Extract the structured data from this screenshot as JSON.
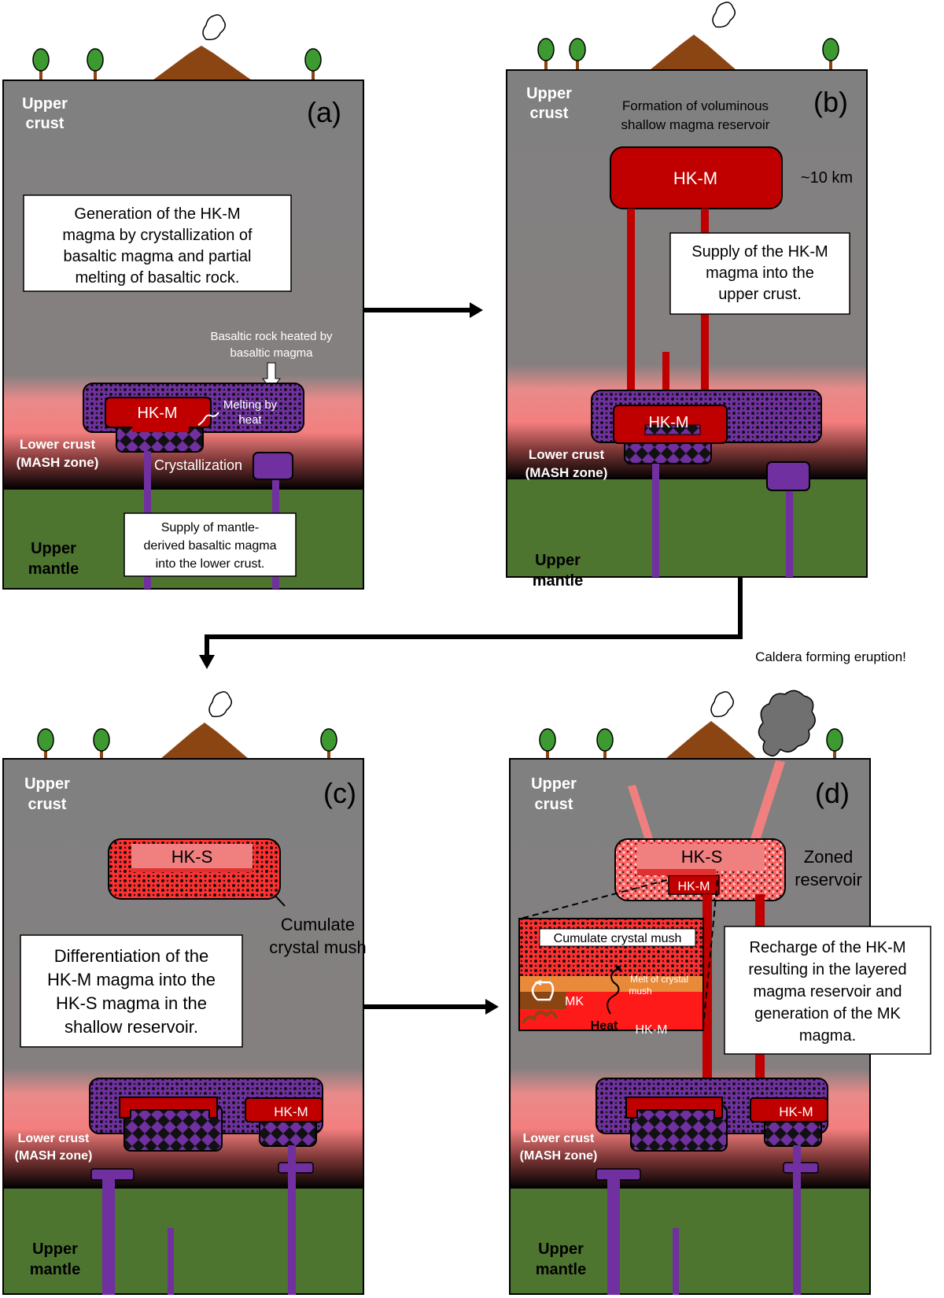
{
  "panels": {
    "a": {
      "tag": "(a)",
      "upper_crust_1": "Upper",
      "upper_crust_2": "crust",
      "box_1": "Generation of the HK-M",
      "box_2": "magma by crystallization of",
      "box_3": "basaltic magma and partial",
      "box_4": "melting of basaltic rock.",
      "heated_1": "Basaltic rock heated by",
      "heated_2": "basaltic magma",
      "hkm": "HK-M",
      "melting_1": "Melting by",
      "melting_2": "heat",
      "lower_crust_1": "Lower crust",
      "lower_crust_2": "(MASH zone)",
      "crystallization": "Crystallization",
      "supply_1": "Supply of mantle-",
      "supply_2": "derived basaltic magma",
      "supply_3": "into the lower crust.",
      "upper_mantle_1": "Upper",
      "upper_mantle_2": "mantle"
    },
    "b": {
      "tag": "(b)",
      "upper_crust_1": "Upper",
      "upper_crust_2": "crust",
      "formation_1": "Formation of voluminous",
      "formation_2": "shallow magma reservoir",
      "hkm_top": "HK-M",
      "depth": "~10 km",
      "box_1": "Supply of the HK-M",
      "box_2": "magma into the",
      "box_3": "upper crust.",
      "hkm_low": "HK-M",
      "lower_crust_1": "Lower crust",
      "lower_crust_2": "(MASH zone)",
      "upper_mantle_1": "Upper",
      "upper_mantle_2": "mantle"
    },
    "c": {
      "tag": "(c)",
      "upper_crust_1": "Upper",
      "upper_crust_2": "crust",
      "hks": "HK-S",
      "cumulate_1": "Cumulate",
      "cumulate_2": "crystal mush",
      "box_1": "Differentiation of the",
      "box_2": "HK-M magma into the",
      "box_3": "HK-S magma in the",
      "box_4": "shallow reservoir.",
      "hkm": "HK-M",
      "lower_crust_1": "Lower crust",
      "lower_crust_2": "(MASH zone)",
      "upper_mantle_1": "Upper",
      "upper_mantle_2": "mantle"
    },
    "d": {
      "caldera": "Caldera forming eruption!",
      "tag": "(d)",
      "upper_crust_1": "Upper",
      "upper_crust_2": "crust",
      "hks": "HK-S",
      "hkm_res": "HK-M",
      "zoned_1": "Zoned",
      "zoned_2": "reservoir",
      "inset_title": "Cumulate crystal mush",
      "inset_melt_1": "Melt of crystal",
      "inset_melt_2": "mush",
      "inset_mk": "MK",
      "inset_heat": "Heat",
      "inset_hkm": "HK-M",
      "box_1": "Recharge of the HK-M",
      "box_2": "resulting in the layered",
      "box_3": "magma reservoir and",
      "box_4": "generation of the MK",
      "box_5": "magma.",
      "hkm_low": "HK-M",
      "lower_crust_1": "Lower crust",
      "lower_crust_2": "(MASH zone)",
      "upper_mantle_1": "Upper",
      "upper_mantle_2": "mantle"
    }
  },
  "colors": {
    "crust": "#808080",
    "mantle": "#4e7530",
    "pink": "#f28585",
    "magma_red": "#c00000",
    "hks_pink": "#f08080",
    "basalt_purple": "#7030a0",
    "volcano": "#8b4513",
    "tree": "#3c9a30"
  }
}
